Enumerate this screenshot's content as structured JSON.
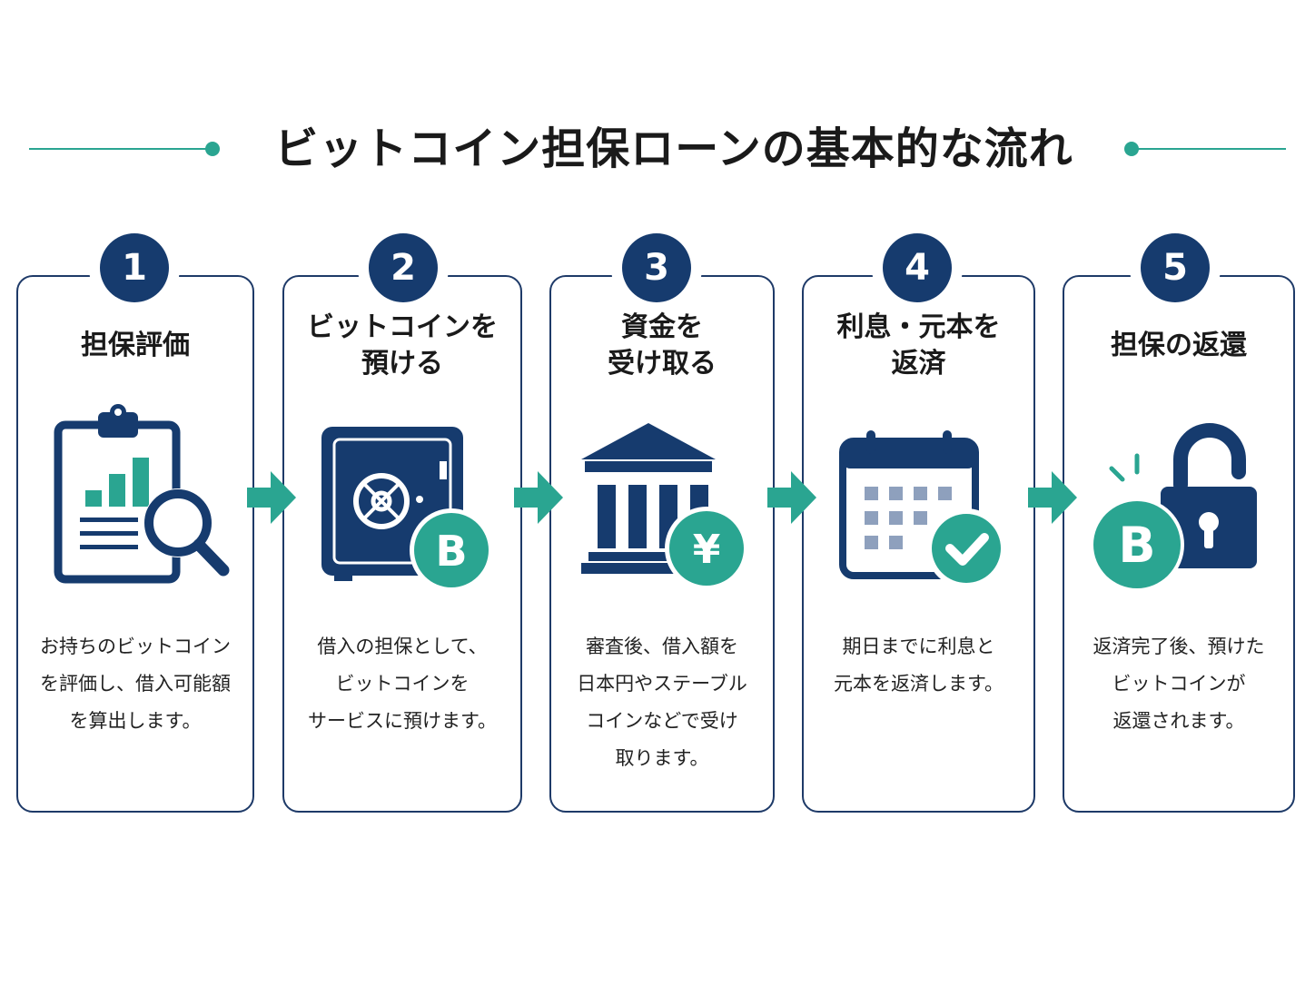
{
  "page": {
    "title": "ビットコイン担保ローンの基本的な流れ"
  },
  "colors": {
    "navy": "#163b6e",
    "teal": "#2aa591",
    "card_border": "#1e3a68",
    "arrow": "#2aa591",
    "title_line": "#2aa591"
  },
  "steps": [
    {
      "number": "1",
      "title": "担保評価",
      "icon": "clipboard-chart-magnifier-icon",
      "description": "お持ちのビットコイン\nを評価し、借入可能額\nを算出します。"
    },
    {
      "number": "2",
      "title": "ビットコインを\n預ける",
      "icon": "safe-bitcoin-icon",
      "description": "借入の担保として、\nビットコインを\nサービスに預けます。"
    },
    {
      "number": "3",
      "title": "資金を\n受け取る",
      "icon": "bank-yen-icon",
      "description": "審査後、借入額を\n日本円やステーブル\nコインなどで受け\n取ります。"
    },
    {
      "number": "4",
      "title": "利息・元本を\n返済",
      "icon": "calendar-check-icon",
      "description": "期日までに利息と\n元本を返済します。"
    },
    {
      "number": "5",
      "title": "担保の返還",
      "icon": "unlock-bitcoin-icon",
      "description": "返済完了後、預けた\nビットコインが\n返還されます。"
    }
  ],
  "icon_glyphs": {
    "bitcoin": "B",
    "yen": "¥"
  }
}
